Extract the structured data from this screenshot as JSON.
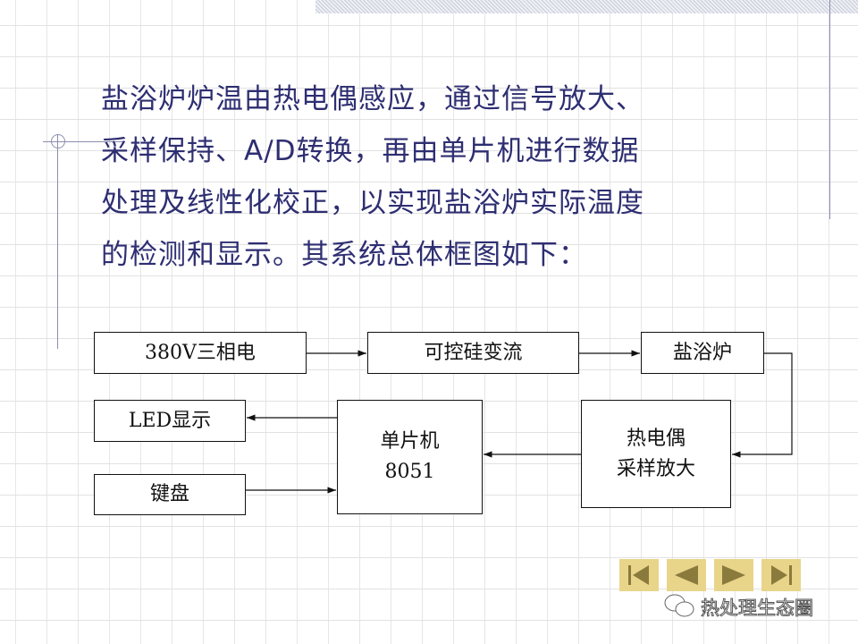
{
  "paragraph": {
    "lines": [
      "盐浴炉炉温由热电偶感应，通过信号放大、",
      "采样保持、A/D转换，再由单片机进行数据",
      "处理及线性化校正，以实现盐浴炉实际温度",
      "的检测和显示。其系统总体框图如下："
    ]
  },
  "diagram": {
    "power": "380V三相电",
    "scr": "可控硅变流",
    "furnace": "盐浴炉",
    "led": "LED显示",
    "mcu_line1": "单片机",
    "mcu_line2": "8051",
    "thermo_line1": "热电偶",
    "thermo_line2": "采样放大",
    "keyboard": "键盘"
  },
  "nav": {
    "icons": [
      "first-slide-icon",
      "prev-slide-icon",
      "next-slide-icon",
      "last-slide-icon"
    ],
    "color": "#e8d58a"
  },
  "watermark": "热处理生态圈"
}
